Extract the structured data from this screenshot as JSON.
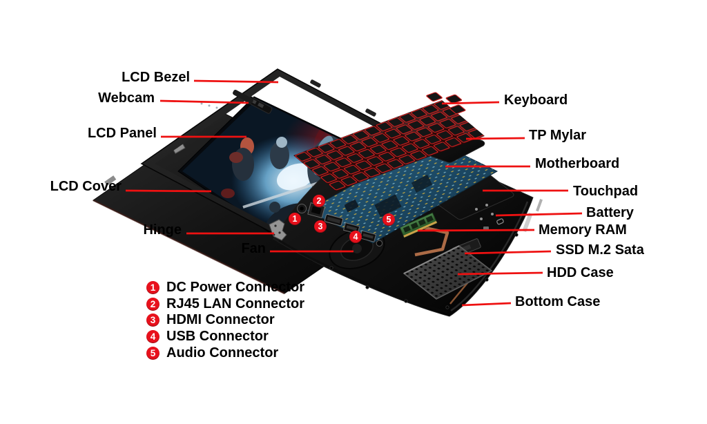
{
  "figure": {
    "background": "#ffffff",
    "leader_line_color": "#ee1111",
    "marker_color": "#e8111c",
    "marker_text_color": "#ffffff",
    "label_color": "#000000"
  },
  "callouts": {
    "lcd_bezel": "LCD Bezel",
    "webcam": "Webcam",
    "lcd_panel": "LCD Panel",
    "lcd_cover": "LCD Cover",
    "hinge": "Hinge",
    "fan": "Fan",
    "keyboard": "Keyboard",
    "tp_mylar": "TP Mylar",
    "motherboard": "Motherboard",
    "touchpad": "Touchpad",
    "battery": "Battery",
    "memory_ram": "Memory RAM",
    "ssd_m2_sata": "SSD M.2 Sata",
    "hdd_case": "HDD Case",
    "bottom_case": "Bottom Case"
  },
  "legend": {
    "items": [
      {
        "number": "1",
        "label": "DC Power Connector"
      },
      {
        "number": "2",
        "label": "RJ45 LAN Connector"
      },
      {
        "number": "3",
        "label": "HDMI Connector"
      },
      {
        "number": "4",
        "label": "USB Connector"
      },
      {
        "number": "5",
        "label": "Audio Connector"
      }
    ]
  }
}
